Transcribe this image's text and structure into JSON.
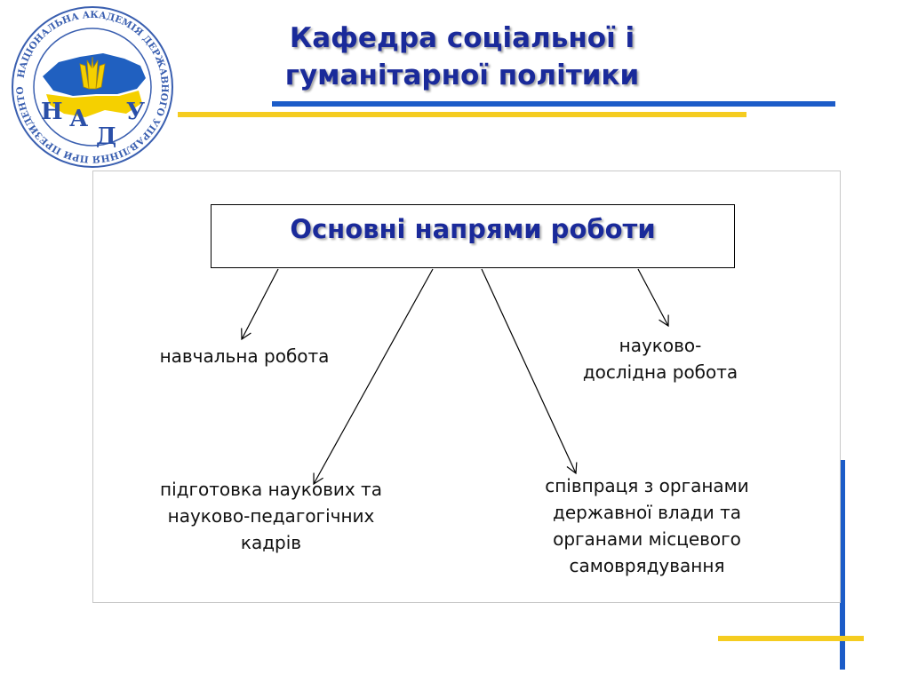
{
  "header": {
    "title": "Кафедра соціальної і\nгуманітарної політики"
  },
  "logo": {
    "ring_text": "НАЦІОНАЛЬНА АКАДЕМІЯ ДЕРЖАВНОГО УПРАВЛІННЯ ПРИ ПРЕЗИДЕНТОВІ УКРАЇНИ",
    "letters": [
      "Н",
      "А",
      "Д",
      "У"
    ],
    "colors": {
      "blue": "#2060c0",
      "yellow": "#f5d000",
      "ring": "#3a5fb0"
    }
  },
  "accent_colors": {
    "blue": "#1c5cc8",
    "yellow": "#f5cc20",
    "title": "#1a2a9a"
  },
  "diagram": {
    "heading": "Основні напрями роботи",
    "nodes": [
      {
        "id": "teaching",
        "label": "навчальна робота"
      },
      {
        "id": "research",
        "label": "науково-\nдослідна робота"
      },
      {
        "id": "training",
        "label": "підготовка наукових та\nнауково-педагогічних\nкадрів"
      },
      {
        "id": "cooperation",
        "label": "співпраця з органами\nдержавної влади та\nорганами місцевого\nсамоврядування"
      }
    ]
  }
}
